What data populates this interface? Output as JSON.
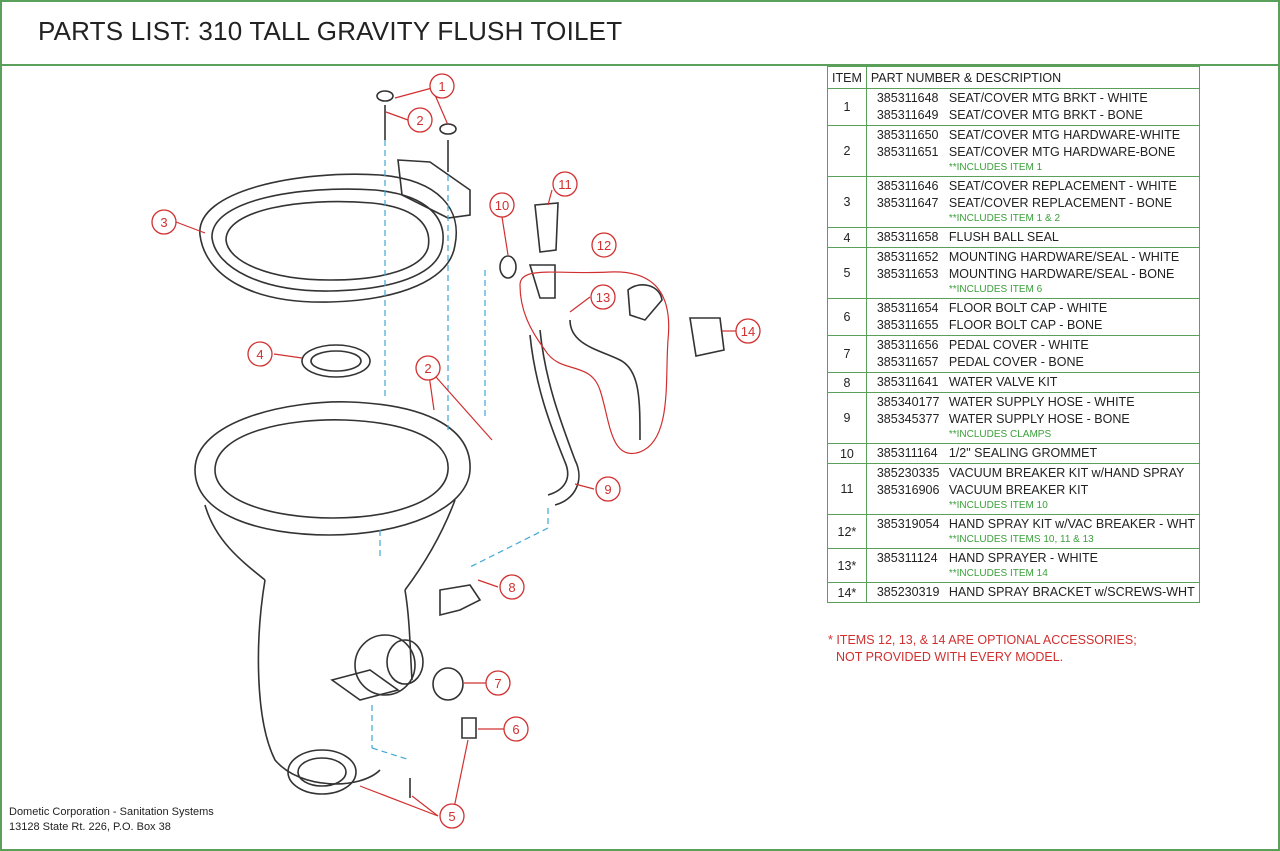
{
  "title": "PARTS LIST:  310 TALL GRAVITY FLUSH TOILET",
  "table": {
    "header_item": "ITEM",
    "header_desc": "PART NUMBER & DESCRIPTION",
    "rows": [
      {
        "item": "1",
        "lines": [
          {
            "pn": "385311648",
            "desc": "SEAT/COVER MTG BRKT - WHITE"
          },
          {
            "pn": "385311649",
            "desc": "SEAT/COVER MTG BRKT - BONE"
          }
        ],
        "note": ""
      },
      {
        "item": "2",
        "lines": [
          {
            "pn": "385311650",
            "desc": "SEAT/COVER MTG HARDWARE-WHITE"
          },
          {
            "pn": "385311651",
            "desc": "SEAT/COVER MTG HARDWARE-BONE"
          }
        ],
        "note": "**INCLUDES ITEM 1"
      },
      {
        "item": "3",
        "lines": [
          {
            "pn": "385311646",
            "desc": "SEAT/COVER REPLACEMENT - WHITE"
          },
          {
            "pn": "385311647",
            "desc": "SEAT/COVER REPLACEMENT - BONE"
          }
        ],
        "note": "**INCLUDES ITEM 1 & 2"
      },
      {
        "item": "4",
        "lines": [
          {
            "pn": "385311658",
            "desc": "FLUSH BALL SEAL"
          }
        ],
        "note": ""
      },
      {
        "item": "5",
        "lines": [
          {
            "pn": "385311652",
            "desc": "MOUNTING HARDWARE/SEAL - WHITE"
          },
          {
            "pn": "385311653",
            "desc": "MOUNTING HARDWARE/SEAL - BONE"
          }
        ],
        "note": "**INCLUDES ITEM 6"
      },
      {
        "item": "6",
        "lines": [
          {
            "pn": "385311654",
            "desc": "FLOOR BOLT CAP - WHITE"
          },
          {
            "pn": "385311655",
            "desc": "FLOOR BOLT CAP - BONE"
          }
        ],
        "note": ""
      },
      {
        "item": "7",
        "lines": [
          {
            "pn": "385311656",
            "desc": "PEDAL COVER - WHITE"
          },
          {
            "pn": "385311657",
            "desc": "PEDAL COVER - BONE"
          }
        ],
        "note": ""
      },
      {
        "item": "8",
        "lines": [
          {
            "pn": "385311641",
            "desc": "WATER VALVE KIT"
          }
        ],
        "note": ""
      },
      {
        "item": "9",
        "lines": [
          {
            "pn": "385340177",
            "desc": "WATER SUPPLY HOSE - WHITE"
          },
          {
            "pn": "385345377",
            "desc": "WATER SUPPLY HOSE - BONE"
          }
        ],
        "note": "**INCLUDES CLAMPS"
      },
      {
        "item": "10",
        "lines": [
          {
            "pn": "385311164",
            "desc": "1/2\" SEALING GROMMET"
          }
        ],
        "note": ""
      },
      {
        "item": "11",
        "lines": [
          {
            "pn": "385230335",
            "desc": "VACUUM BREAKER KIT w/HAND SPRAY"
          },
          {
            "pn": "385316906",
            "desc": "VACUUM BREAKER KIT"
          }
        ],
        "note": "**INCLUDES ITEM 10"
      },
      {
        "item": "12*",
        "lines": [
          {
            "pn": "385319054",
            "desc": "HAND SPRAY KIT w/VAC BREAKER - WHT"
          }
        ],
        "note": "**INCLUDES ITEMS 10, 11 & 13"
      },
      {
        "item": "13*",
        "lines": [
          {
            "pn": "385311124",
            "desc": "HAND SPRAYER - WHITE"
          }
        ],
        "note": "**INCLUDES ITEM 14"
      },
      {
        "item": "14*",
        "lines": [
          {
            "pn": "385230319",
            "desc": "HAND SPRAY BRACKET w/SCREWS-WHT"
          }
        ],
        "note": ""
      }
    ]
  },
  "footnote": {
    "line1": "* ITEMS 12, 13, & 14 ARE OPTIONAL ACCESSORIES;",
    "line2": "NOT PROVIDED WITH EVERY MODEL."
  },
  "company": {
    "line1": "Dometic Corporation - Sanitation Systems",
    "line2": "13128 State Rt. 226, P.O. Box 38"
  },
  "callouts": [
    "1",
    "2",
    "3",
    "4",
    "2",
    "5",
    "6",
    "7",
    "8",
    "9",
    "10",
    "11",
    "12",
    "13",
    "14"
  ],
  "colors": {
    "border": "#5aa05a",
    "callout": "#d13030",
    "note": "#3aa03a",
    "leader": "#3fa7d6"
  }
}
